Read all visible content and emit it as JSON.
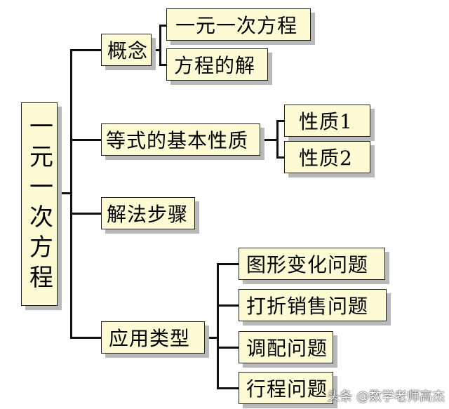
{
  "root": {
    "label": "一元一次方程"
  },
  "branches": [
    {
      "label": "概念",
      "children": [
        "一元一次方程",
        "方程的解"
      ]
    },
    {
      "label": "等式的基本性质",
      "children": [
        "性质1",
        "性质2"
      ]
    },
    {
      "label": "解法步骤",
      "children": []
    },
    {
      "label": "应用类型",
      "children": [
        "图形变化问题",
        "打折销售问题",
        "调配问题",
        "行程问题"
      ]
    }
  ],
  "watermark": "头条 @数学老师高杰",
  "colors": {
    "box_fill": "#fdfbd4",
    "box_border": "#222222",
    "shadow": "#b9b9b9",
    "line": "#111111"
  }
}
